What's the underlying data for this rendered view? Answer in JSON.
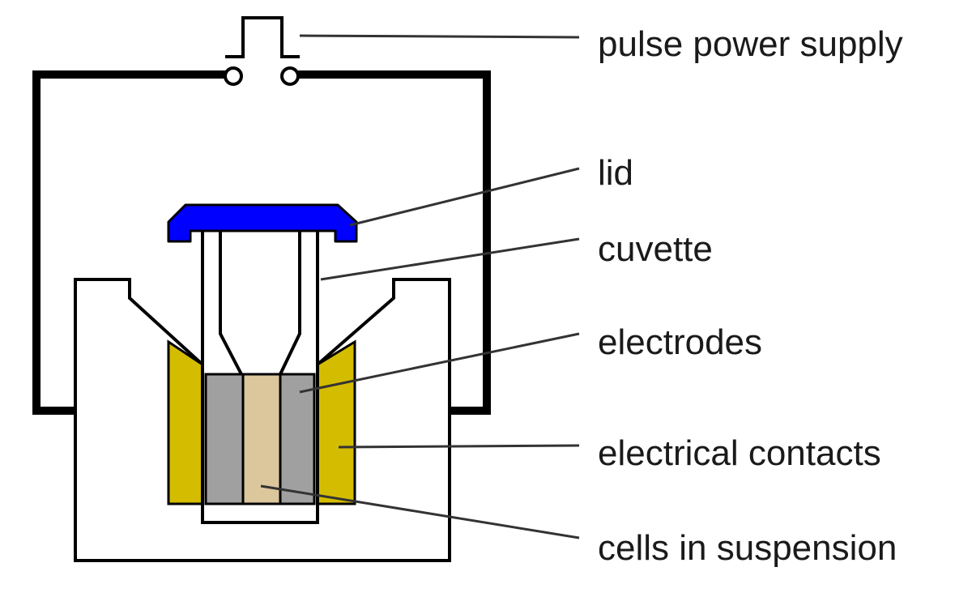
{
  "labels": {
    "pulse_power_supply": "pulse power supply",
    "lid": "lid",
    "cuvette": "cuvette",
    "electrodes": "electrodes",
    "electrical_contacts": "electrical contacts",
    "cells_in_suspension": "cells in suspension"
  },
  "colors": {
    "outline": "#000000",
    "lid": "#0000ff",
    "electrical_contacts": "#d4bc00",
    "electrodes": "#a0a0a0",
    "cells_in_suspension": "#dcc69c",
    "background": "#ffffff"
  }
}
